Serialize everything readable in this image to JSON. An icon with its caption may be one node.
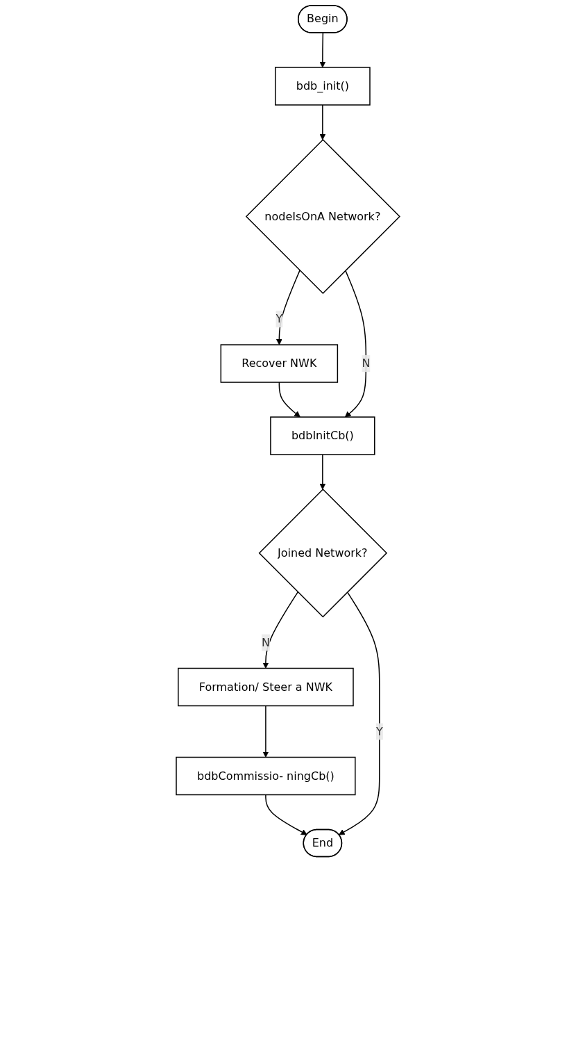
{
  "diagram": {
    "nodes": [
      {
        "text": [
          "Begin"
        ]
      },
      {
        "text": [
          "bdb_init()"
        ]
      },
      {
        "text": [
          "nodeIsOnA Network?"
        ]
      },
      {
        "text": [
          "Recover NWK"
        ]
      },
      {
        "text": [
          "bdbInitCb()"
        ]
      },
      {
        "text": [
          "Joined Network?"
        ]
      },
      {
        "text": [
          "Formation/ Steer a NWK"
        ]
      },
      {
        "text": [
          "bdbCommissio- ningCb()"
        ]
      },
      {
        "text": [
          "End"
        ]
      }
    ],
    "edges": [
      {
        "from": 0,
        "to": 1,
        "arrow": "to"
      },
      {
        "from": 1,
        "to": 2,
        "arrow": "to"
      },
      {
        "from": 2,
        "to": 3,
        "label": "Y",
        "arrow": "to"
      },
      {
        "from": 3,
        "to": 4,
        "arrow": "to"
      },
      {
        "from": 2,
        "to": 4,
        "label": "N",
        "arrow": "to"
      },
      {
        "from": 4,
        "to": 5,
        "arrow": "to"
      },
      {
        "from": 5,
        "to": 6,
        "label": "N",
        "arrow": "to"
      },
      {
        "from": 6,
        "to": 7,
        "arrow": "to"
      },
      {
        "from": 7,
        "to": 8,
        "arrow": "to"
      },
      {
        "from": 5,
        "to": 8,
        "label": "Y",
        "arrow": "to"
      }
    ]
  }
}
